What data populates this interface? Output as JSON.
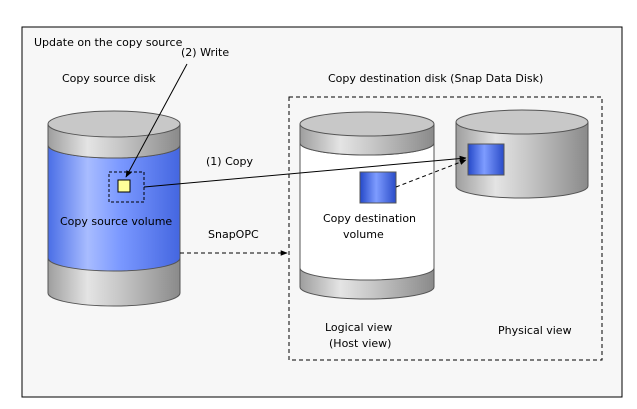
{
  "title": "Update on the copy source",
  "labels": {
    "write_step": "(2) Write",
    "copy_step": "(1) Copy",
    "source_disk": "Copy source disk",
    "source_volume": "Copy source volume",
    "snapopc": "SnapOPC",
    "destination_disk": "Copy destination disk (Snap Data Disk)",
    "destination_volume_line1": "Copy destination",
    "destination_volume_line2": "volume",
    "logical_view_line1": "Logical view",
    "logical_view_line2": "(Host view)",
    "physical_view": "Physical view"
  },
  "colors": {
    "panel_background": "#f7f7f7",
    "disk_gray": "#c8c8c8",
    "volume_blue": "#6f90ff",
    "block_blue": "#3c64d8",
    "write_block_yellow": "#ffff99"
  }
}
